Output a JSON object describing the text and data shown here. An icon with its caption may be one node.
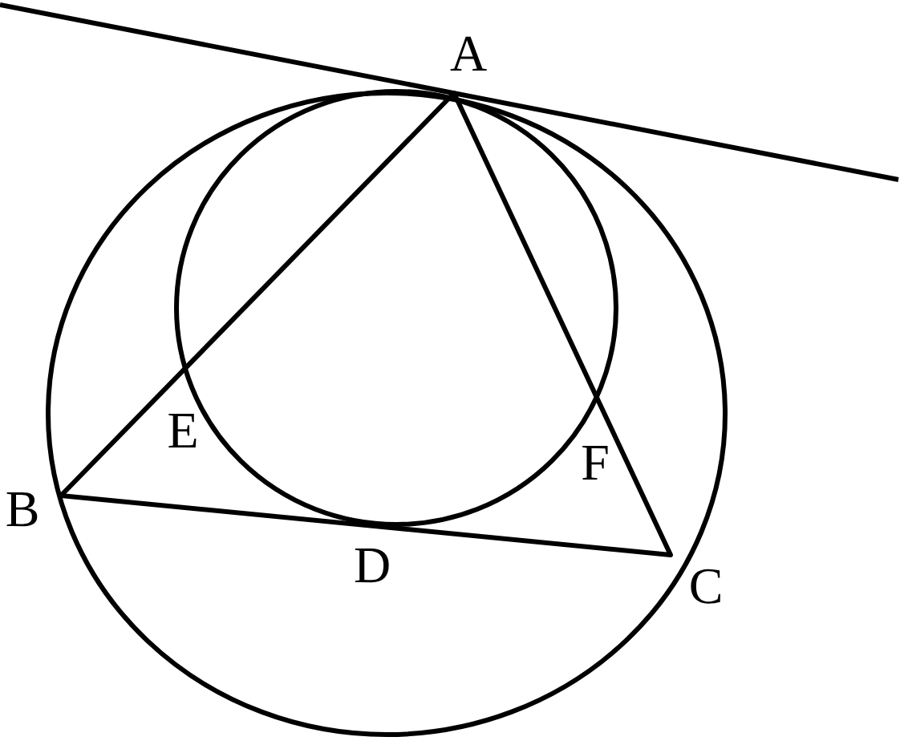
{
  "diagram": {
    "labels": [
      "A",
      "E",
      "F",
      "B",
      "D",
      "C"
    ]
  }
}
